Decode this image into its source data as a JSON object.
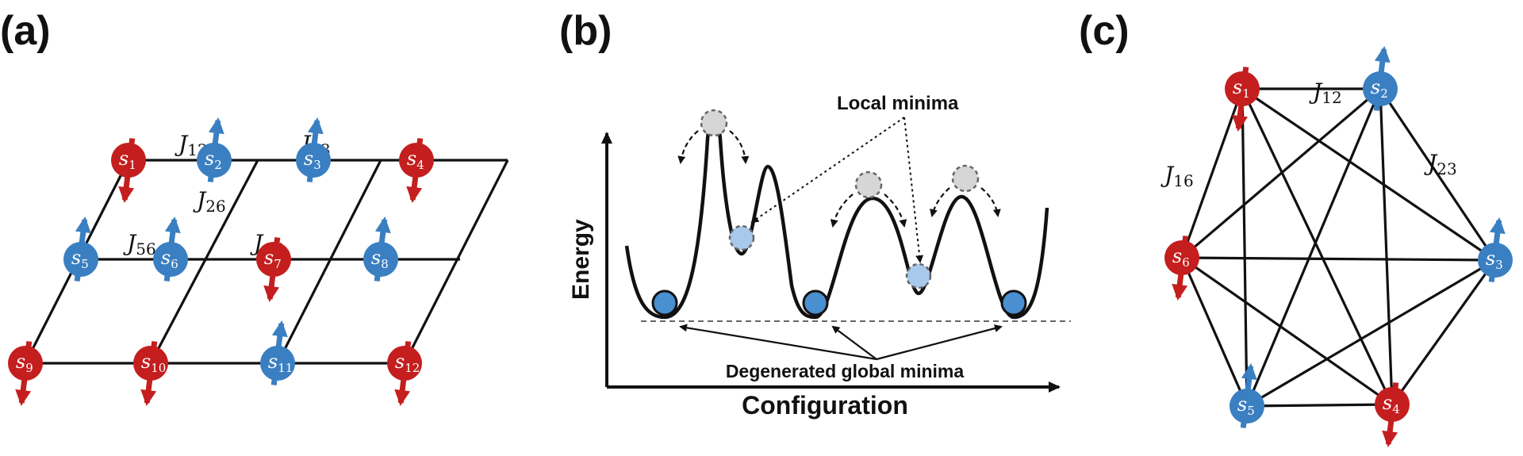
{
  "colors": {
    "spin_up": "#3a7fc1",
    "spin_down": "#c41e1e",
    "line": "#111111",
    "ball_blue": "#4a8fd0",
    "ball_light": "#a9c9ec",
    "ball_gray": "#d6d6d6"
  },
  "panel_a": {
    "label": "(a)",
    "spins": [
      {
        "id": "1",
        "dir": "down"
      },
      {
        "id": "2",
        "dir": "up"
      },
      {
        "id": "3",
        "dir": "up"
      },
      {
        "id": "4",
        "dir": "down"
      },
      {
        "id": "5",
        "dir": "up"
      },
      {
        "id": "6",
        "dir": "up"
      },
      {
        "id": "7",
        "dir": "down"
      },
      {
        "id": "8",
        "dir": "up"
      },
      {
        "id": "9",
        "dir": "down"
      },
      {
        "id": "10",
        "dir": "down"
      },
      {
        "id": "11",
        "dir": "up"
      },
      {
        "id": "12",
        "dir": "down"
      }
    ],
    "couplings": [
      {
        "base": "J",
        "sub": "12"
      },
      {
        "base": "J",
        "sub": "23"
      },
      {
        "base": "J",
        "sub": "26"
      },
      {
        "base": "J",
        "sub": "56"
      },
      {
        "base": "J",
        "sub": "67"
      }
    ]
  },
  "panel_b": {
    "label": "(b)",
    "y_axis_label": "Energy",
    "x_axis_label": "Configuration",
    "local_minima_label": "Local minima",
    "global_minima_label": "Degenerated global minima"
  },
  "panel_c": {
    "label": "(c)",
    "spins": [
      {
        "id": "1",
        "dir": "down"
      },
      {
        "id": "2",
        "dir": "up"
      },
      {
        "id": "3",
        "dir": "up"
      },
      {
        "id": "4",
        "dir": "down"
      },
      {
        "id": "5",
        "dir": "up"
      },
      {
        "id": "6",
        "dir": "down"
      }
    ],
    "couplings": [
      {
        "base": "J",
        "sub": "12"
      },
      {
        "base": "J",
        "sub": "16"
      },
      {
        "base": "J",
        "sub": "23"
      }
    ]
  }
}
